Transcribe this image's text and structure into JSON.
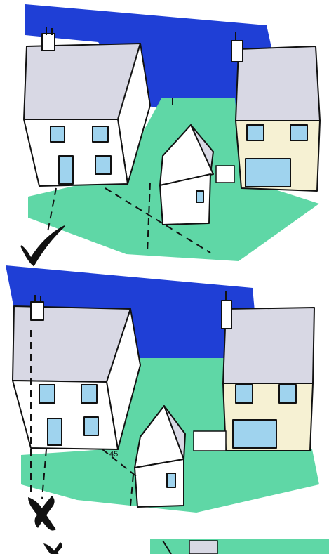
{
  "panels": [
    {
      "verdict": "good",
      "verdict_icon": "check-mark-icon"
    },
    {
      "verdict": "bad",
      "verdict_icon": "cross-mark-icon",
      "angle_label": "45"
    }
  ],
  "colors": {
    "sky": "#1f3fd6",
    "ground": "#5fd7a6",
    "roof": "#d8d8e4",
    "wall_left": "#ffffff",
    "wall_right": "#f6f1d3",
    "window": "#9fd3ee",
    "ink": "#111111"
  }
}
